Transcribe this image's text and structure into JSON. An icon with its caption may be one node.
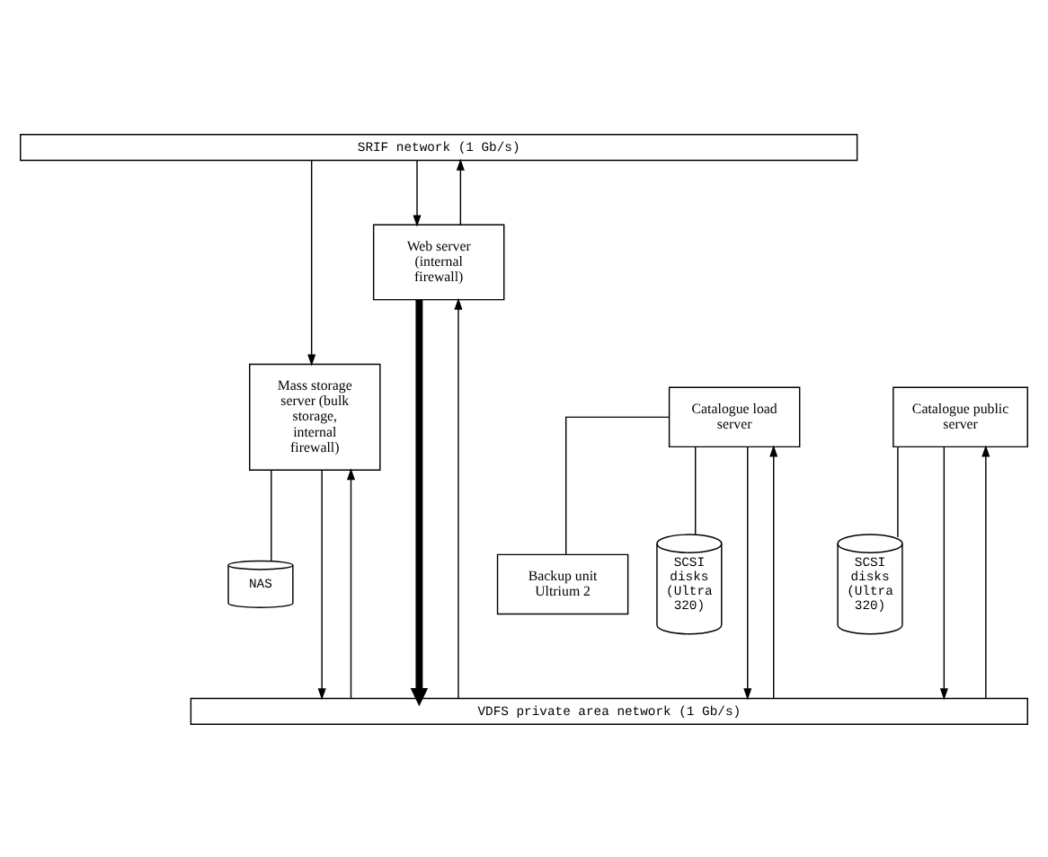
{
  "diagram": {
    "nodes": [
      {
        "text": [
          "SRIF network (1 Gb/s)"
        ]
      },
      {
        "text": [
          "Web server (internal firewall)"
        ]
      },
      {
        "text": [
          "Mass storage server (bulk storage, internal firewall)"
        ]
      },
      {
        "text": [
          "Catalogue load server"
        ]
      },
      {
        "text": [
          "Catalogue public server"
        ]
      },
      {
        "text": [
          "NAS"
        ]
      },
      {
        "text": [
          "Backup unit Ultrium 2"
        ]
      },
      {
        "text": [
          "SCSI disks (Ultra 320)"
        ]
      },
      {
        "text": [
          "SCSI disks (Ultra 320)"
        ]
      },
      {
        "text": [
          "VDFS private area network (1 Gb/s)"
        ]
      }
    ],
    "edges": [
      {
        "from": 0,
        "to": 2,
        "arrow": "to"
      },
      {
        "from": 0,
        "to": 1,
        "arrow": "to"
      },
      {
        "from": 1,
        "to": 0,
        "arrow": "to"
      },
      {
        "from": 1,
        "to": 9,
        "arrow": "to",
        "style": "thick"
      },
      {
        "from": 9,
        "to": 1,
        "arrow": "to"
      },
      {
        "from": 2,
        "to": 9,
        "arrow": "to"
      },
      {
        "from": 9,
        "to": 2,
        "arrow": "to"
      },
      {
        "from": 3,
        "to": 9,
        "arrow": "to"
      },
      {
        "from": 9,
        "to": 3,
        "arrow": "to"
      },
      {
        "from": 4,
        "to": 9,
        "arrow": "to"
      },
      {
        "from": 9,
        "to": 4,
        "arrow": "to"
      },
      {
        "from": 2,
        "to": 5,
        "arrow": "none"
      },
      {
        "from": 3,
        "to": 6,
        "arrow": "none"
      },
      {
        "from": 3,
        "to": 7,
        "arrow": "none"
      },
      {
        "from": 4,
        "to": 8,
        "arrow": "none"
      }
    ]
  }
}
